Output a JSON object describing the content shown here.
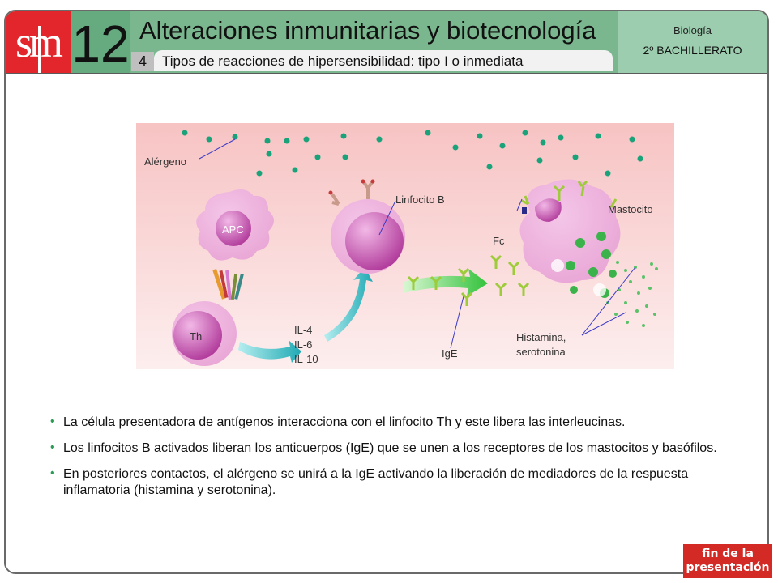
{
  "header": {
    "logo": "sm",
    "unit_number": "12",
    "title": "Alteraciones inmunitarias y biotecnología",
    "section_number": "4",
    "subtitle": "Tipos de reacciones de hipersensibilidad: tipo I o inmediata",
    "subject": "Biología",
    "grade": "2º BACHILLERATO"
  },
  "diagram": {
    "labels": {
      "allergen": "Alérgeno",
      "apc": "APC",
      "th": "Th",
      "b_cell": "Linfocito B",
      "interleukins": [
        "IL-4",
        "IL-6",
        "IL-10"
      ],
      "ige": "IgE",
      "fc": "Fc",
      "mast_cell": "Mastocito",
      "mediators": [
        "Histamina,",
        "serotonina"
      ]
    },
    "colors": {
      "background_top": "#f7c3c3",
      "background_bottom": "#fdeeee",
      "allergen_dots": "#1aa37a",
      "cells": "#c84fb0",
      "arrow": "#35c2c6",
      "ige_arrow": "#4cc24c",
      "granules": "#3cb34a"
    }
  },
  "bullets": [
    "La célula presentadora de antígenos interacciona con el linfocito Th y este libera las interleucinas.",
    "Los linfocitos B activados liberan los anticuerpos (IgE) que se unen a los receptores de los mastocitos y basófilos.",
    "En posteriores contactos, el alérgeno se unirá a la IgE activando la liberación de mediadores de la respuesta inflamatoria (histamina y serotonina)."
  ],
  "end_button": [
    "fin de la",
    "presentación"
  ]
}
